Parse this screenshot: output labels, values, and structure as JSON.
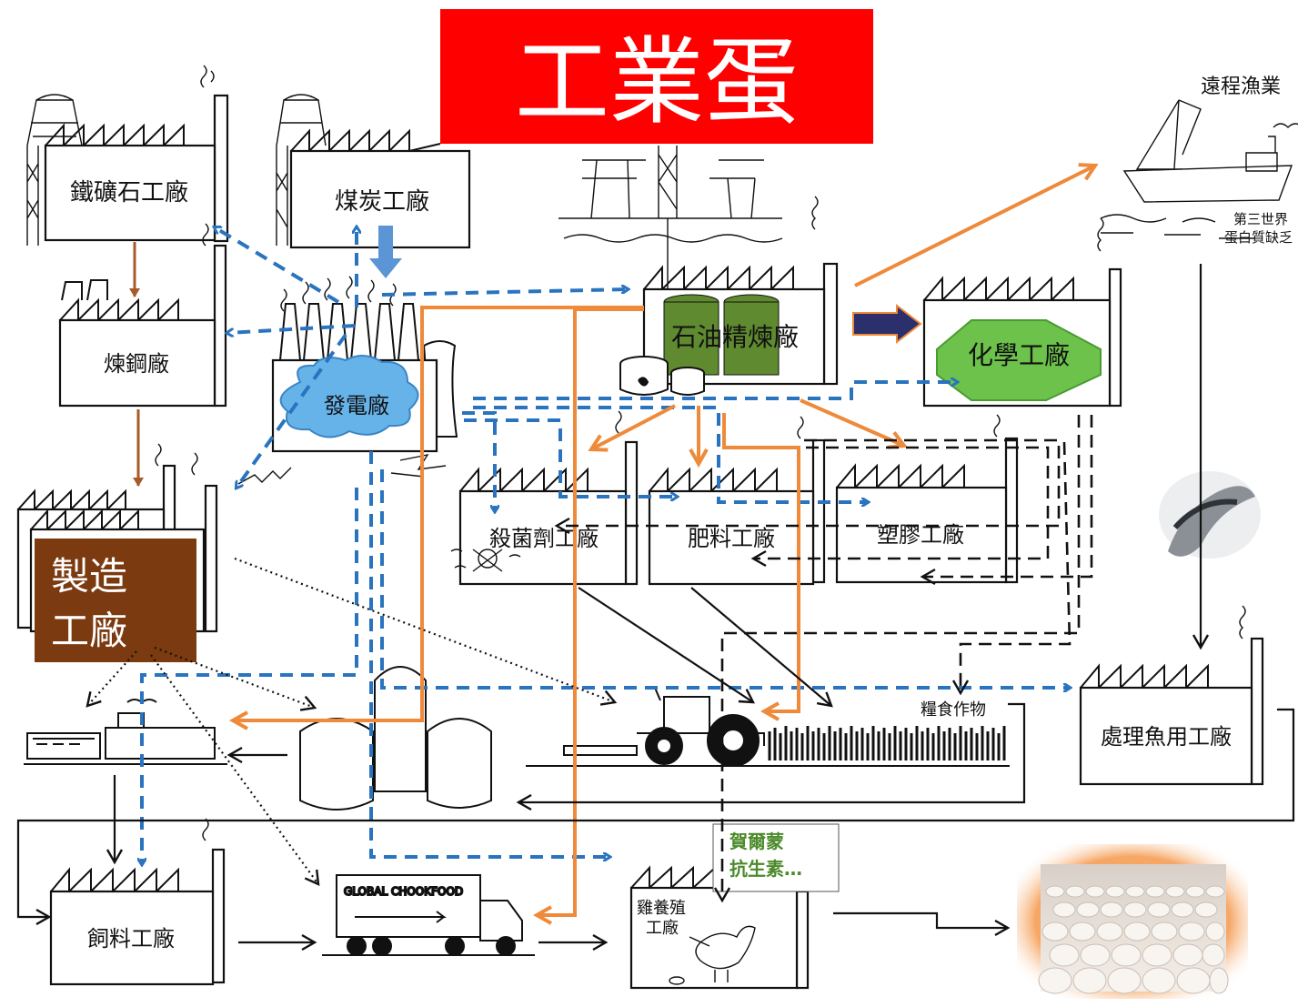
{
  "title": "工業蛋",
  "colors": {
    "title_bg": "#ff0000",
    "title_fg": "#ffffff",
    "blue_flow": "#2a74bf",
    "orange_flow": "#ee8a3a",
    "brown_flow": "#a65b2a",
    "manufacture_bg": "#7b3a10",
    "chemical_green": "#6cc24a",
    "refinery_green": "#5f8a2f",
    "hormone_text": "#4c8a2a"
  },
  "nodes": {
    "iron_ore": "鐵礦石工廠",
    "coal": "煤炭工廠",
    "steel": "煉鋼廠",
    "power": "發電廠",
    "refinery": "石油精煉廠",
    "chemical": "化學工廠",
    "fishing": "遠程漁業",
    "fishing_note_1": "第三世界",
    "fishing_note_2": "蛋白質缺乏",
    "manufacture_1": "製造",
    "manufacture_2": "工廠",
    "pesticide": "殺菌劑工廠",
    "fertilizer": "肥料工廠",
    "plastic": "塑膠工廠",
    "fishmeal": "處理魚用工廠",
    "crops": "糧食作物",
    "feed": "飼料工廠",
    "chicken_1": "雞養殖",
    "chicken_2": "工廠",
    "hormone_1": "賀爾蒙",
    "hormone_2": "抗生素…",
    "truck_text": "GLOBAL CHOOKFOOD"
  },
  "icons": [
    "smoke-icon",
    "tower-icon",
    "tractor-icon",
    "truck-icon",
    "train-icon",
    "silo-icon",
    "boat-icon",
    "oil-rig-icon",
    "skull-icon",
    "chicken-icon",
    "eggs-photo"
  ]
}
